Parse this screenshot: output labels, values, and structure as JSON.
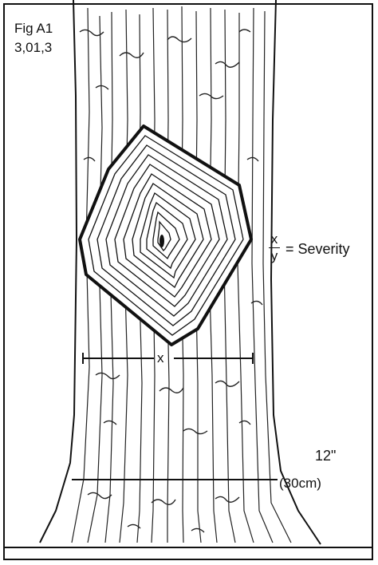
{
  "figure": {
    "title": "Fig A1",
    "code": "3,01,3"
  },
  "annotations": {
    "severity_numerator": "x",
    "severity_denominator": "y",
    "severity_text": "= Severity",
    "width_label": "x",
    "height_inches": "12\"",
    "height_cm": "(30cm)"
  },
  "colors": {
    "ink": "#111111",
    "paper": "#ffffff"
  }
}
